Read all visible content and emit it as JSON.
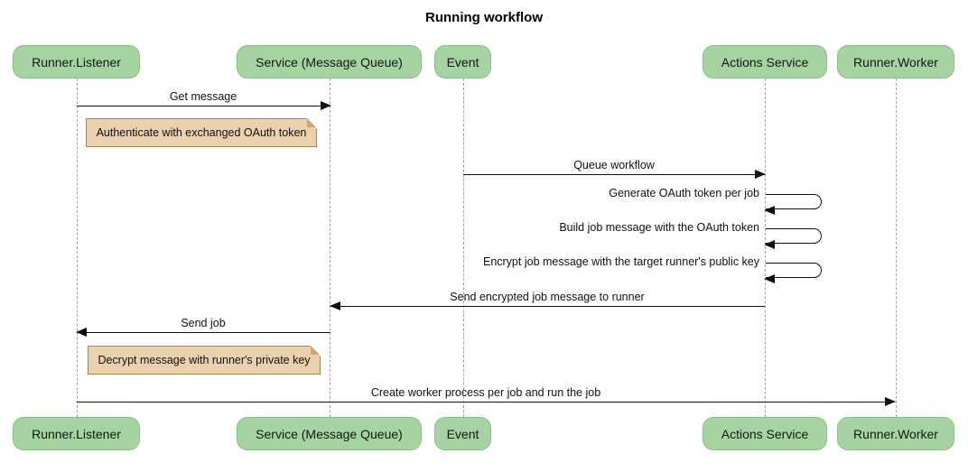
{
  "title": "Running workflow",
  "diagram_type": "sequence",
  "colors": {
    "actor_fill": "#a5d4a2",
    "actor_border": "#8cbe8a",
    "note_fill": "#ebd0ad",
    "note_border": "#a5854e",
    "lifeline": "#a3a3a3",
    "arrow": "#111111",
    "background": "#ffffff"
  },
  "actors": [
    {
      "label": "Runner.Listener"
    },
    {
      "label": "Service (Message Queue)"
    },
    {
      "label": "Event"
    },
    {
      "label": "Actions Service"
    },
    {
      "label": "Runner.Worker"
    }
  ],
  "messages": [
    {
      "type": "arrow",
      "label": "Get message",
      "from": "Runner.Listener",
      "to": "Service (Message Queue)"
    },
    {
      "type": "note",
      "label": "Authenticate with exchanged OAuth token",
      "over": "Runner.Listener"
    },
    {
      "type": "arrow",
      "label": "Queue workflow",
      "from": "Event",
      "to": "Actions Service"
    },
    {
      "type": "self",
      "label": "Generate OAuth token per job",
      "actor": "Actions Service"
    },
    {
      "type": "self",
      "label": "Build job message with the OAuth token",
      "actor": "Actions Service"
    },
    {
      "type": "self",
      "label": "Encrypt job message with the target runner's public key",
      "actor": "Actions Service"
    },
    {
      "type": "arrow",
      "label": "Send encrypted job message to runner",
      "from": "Actions Service",
      "to": "Service (Message Queue)"
    },
    {
      "type": "arrow",
      "label": "Send job",
      "from": "Service (Message Queue)",
      "to": "Runner.Listener"
    },
    {
      "type": "note",
      "label": "Decrypt message with runner's private key",
      "over": "Runner.Listener"
    },
    {
      "type": "arrow",
      "label": "Create worker process per job and run the job",
      "from": "Runner.Listener",
      "to": "Runner.Worker"
    }
  ]
}
